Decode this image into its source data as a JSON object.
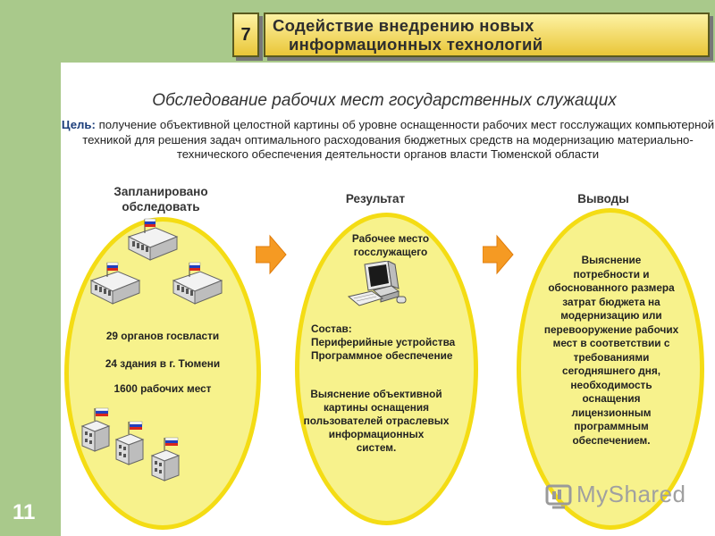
{
  "header": {
    "number": "7",
    "title_line1": "Содействие внедрению новых",
    "title_line2": "информационных технологий"
  },
  "subtitle": "Обследование рабочих мест государственных служащих",
  "goal": {
    "label": "Цель:",
    "text": " получение объективной целостной картины об уровне оснащенности рабочих мест госслужащих компьютерной техникой для решения задач оптимального расходования бюджетных средств на модернизацию материально-технического обеспечения деятельности органов власти Тюменской области"
  },
  "columns": {
    "planned": {
      "heading_line1": "Запланировано",
      "heading_line2": "обследовать",
      "item1": "29 органов госвласти",
      "item2": "24 здания в г. Тюмени",
      "item3": "1600 рабочих мест"
    },
    "result": {
      "heading": "Результат",
      "workplace_line1": "Рабочее место",
      "workplace_line2": "госслужащего",
      "composition_label": "Состав:",
      "composition_item1": "Периферийные устройства",
      "composition_item2": "Программное обеспечение",
      "finding_line1": "Выяснение объективной",
      "finding_line2": "картины оснащения",
      "finding_line3": "пользователей отраслевых",
      "finding_line4": "информационных",
      "finding_line5": "систем."
    },
    "conclusions": {
      "heading": "Выводы",
      "lines": [
        "Выяснение",
        "потребности и",
        "обоснованного размера",
        "затрат бюджета на",
        "модернизацию или",
        "перевооружение рабочих",
        "мест в соответствии с",
        "требованиями",
        "сегодняшнего дня,",
        "необходимость",
        "оснащения",
        "лицензионным",
        "программным",
        "обеспечением."
      ]
    }
  },
  "watermark": "MyShared",
  "page_number": "11",
  "colors": {
    "frame": "#a9c98b",
    "title_fill": "#f0d24a",
    "ellipse_fill": "#f7f28c",
    "ellipse_border": "#f4dc14",
    "arrow": "#f59a23"
  },
  "icons": [
    "building-icon",
    "computer-icon",
    "arrow-right-icon",
    "watermark-logo-icon"
  ]
}
